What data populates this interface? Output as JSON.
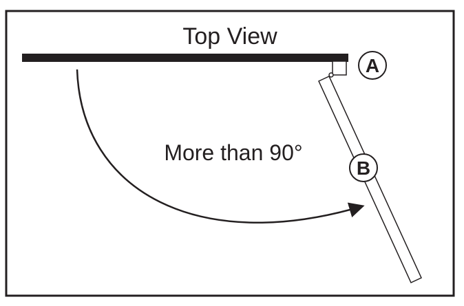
{
  "diagram": {
    "title": "Top View",
    "angle_label": "More than 90°",
    "callouts": {
      "a": "A",
      "b": "B"
    }
  },
  "colors": {
    "ink": "#231f20",
    "background": "#ffffff"
  }
}
